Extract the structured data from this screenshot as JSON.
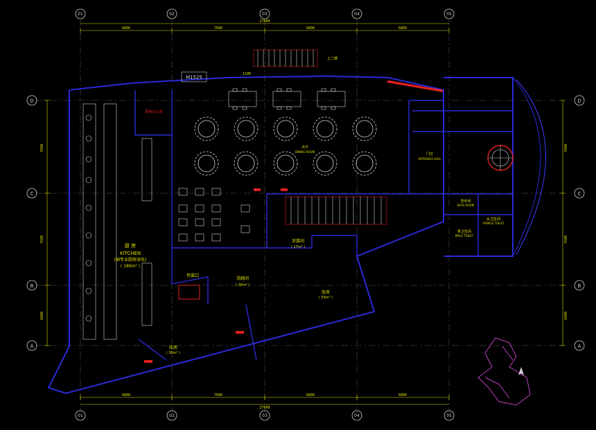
{
  "colors": {
    "background": "#000000",
    "grid": "#3a3a3a",
    "wall": "#2a2ad8",
    "dim": "#e0e000",
    "furniture": "#d8d8d8",
    "accent": "#e02020",
    "magenta": "#c040c0",
    "cyan": "#20c0c0"
  },
  "axes": {
    "columns": [
      "01",
      "02",
      "03",
      "04",
      "05"
    ],
    "rows": [
      "D",
      "C",
      "B",
      "A"
    ]
  },
  "dimensions": {
    "top_spans": [
      "6800",
      "7600",
      "6800",
      "6800"
    ],
    "top_total": "27600",
    "bottom_spans": [
      "6800",
      "7600",
      "6800",
      "6800"
    ],
    "bottom_total": "27600",
    "left_spans": [
      "7600",
      "7600",
      "6800"
    ],
    "right_spans": [
      "7600",
      "7600",
      "6800"
    ],
    "stair_dim": "1100"
  },
  "rooms": {
    "kitchen_cn": "厨 房",
    "kitchen_en": "KITCHEN",
    "kitchen_note": "(国专业厨房深化)",
    "kitchen_area": "( 189m² )",
    "cold_room": "凉菜间",
    "cold_room_area": "( 17m² )",
    "dish_room": "洗碗间",
    "dish_room_area": "( 28m² )",
    "dish_window": "传菜口",
    "storage1": "库房",
    "storage1_area": "( 59m² )",
    "storage2": "库房",
    "storage2_area": "( 30m² )",
    "entrance": "门厅",
    "entrance_en": "ENTRANCE HALL",
    "dining": "大厅",
    "dining_en": "DINING ROOM",
    "bath": "洗手间",
    "bath_en": "BATH ROOM",
    "female": "女卫生间",
    "female_en": "FEMALE TOILET",
    "male": "男卫生间",
    "male_en": "MALE TOILET",
    "office": "厨房办公间",
    "up_label": "上二楼",
    "room_tag": "M1525"
  }
}
